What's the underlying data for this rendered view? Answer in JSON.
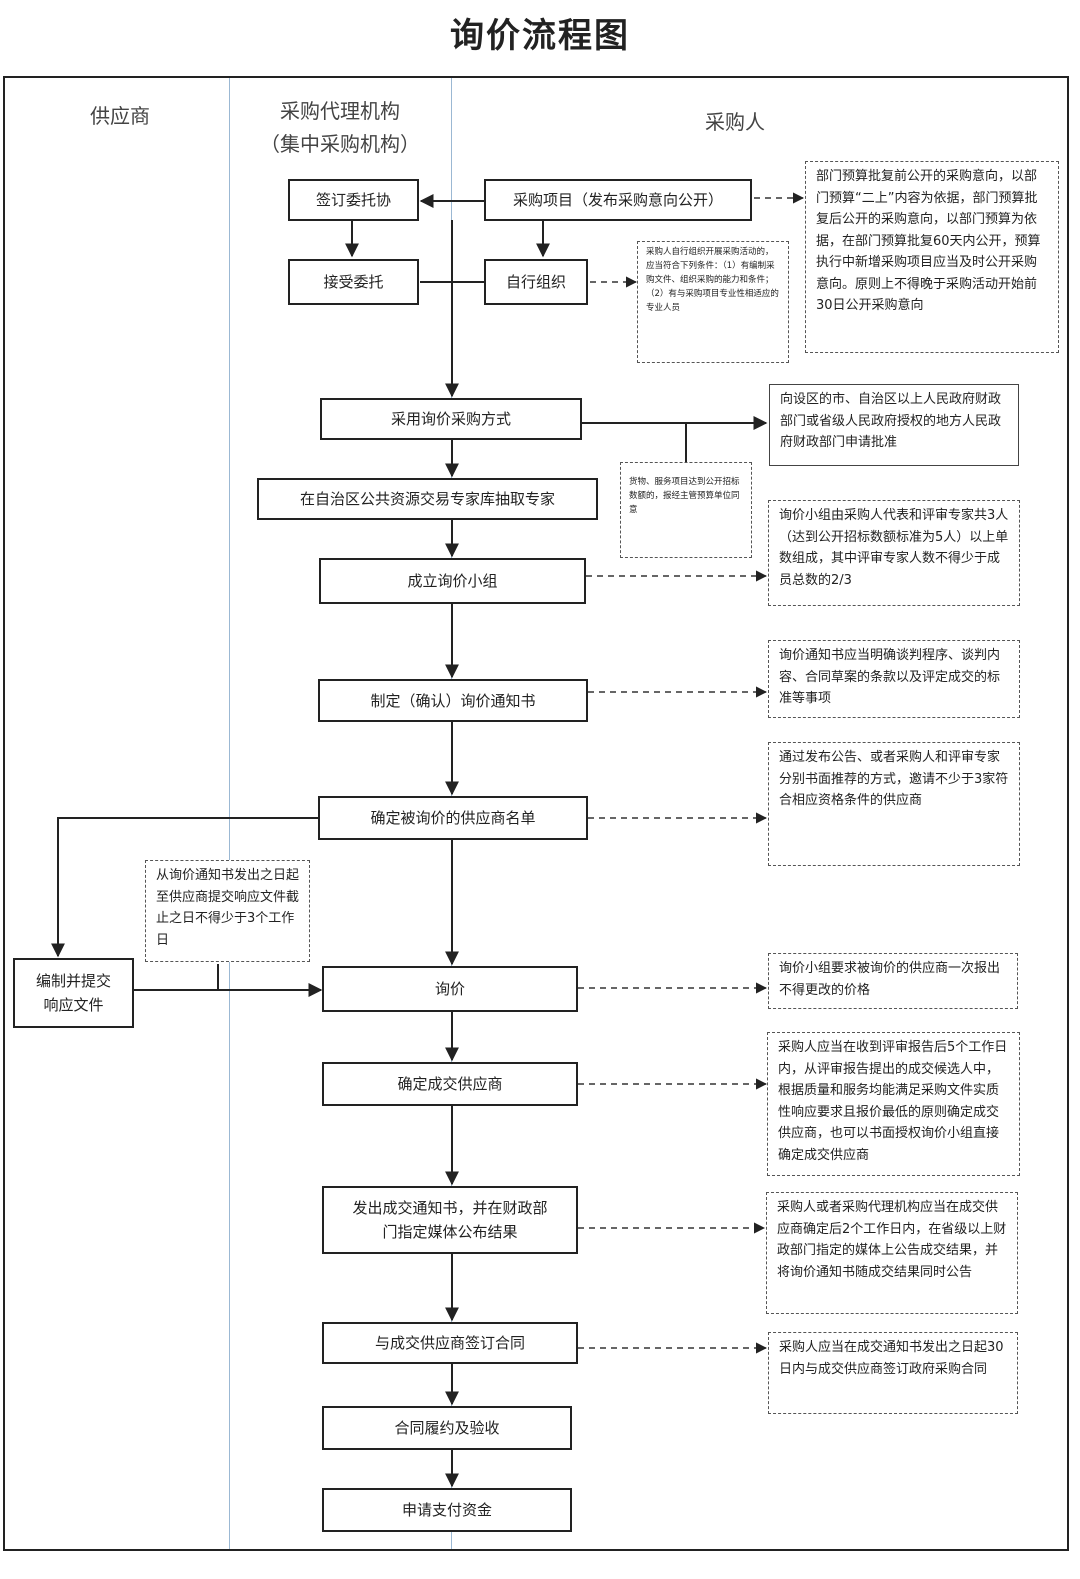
{
  "title": "询价流程图",
  "lanes": {
    "supplier": "供应商",
    "agency_line1": "采购代理机构",
    "agency_line2": "（集中采购机构）",
    "purchaser": "采购人"
  },
  "steps": {
    "sign_entrust": "签订委托协",
    "procurement_project": "采购项目（发布采购意向公开）",
    "accept_entrust": "接受委托",
    "self_organize": "自行组织",
    "adopt_inquiry": "采用询价采购方式",
    "draw_experts": "在自治区公共资源交易专家库抽取专家",
    "form_group": "成立询价小组",
    "make_notice": "制定（确认）询价通知书",
    "confirm_suppliers": "确定被询价的供应商名单",
    "prepare_response_line1": "编制并提交",
    "prepare_response_line2": "响应文件",
    "inquiry": "询价",
    "confirm_winner": "确定成交供应商",
    "issue_notice_line1": "发出成交通知书，并在财政部",
    "issue_notice_line2": "门指定媒体公布结果",
    "sign_contract": "与成交供应商签订合同",
    "perform_accept": "合同履约及验收",
    "apply_payment": "申请支付资金"
  },
  "notes": {
    "intention": "部门预算批复前公开的采购意向，以部门预算“二上”内容为依据，部门预算批复后公开的采购意向，以部门预算为依据，在部门预算批复60天内公开，预算执行中新增采购项目应当及时公开采购意向。原则上不得晚于采购活动开始前30日公开采购意向",
    "self_org": "采购人自行组织开展采购活动的，应当符合下列条件：（1）有编制采购文件、组织采购的能力和条件；（2）有与采购项目专业性相适应的专业人员",
    "approval": "向设区的市、自治区以上人民政府财政部门或省级人民政府授权的地方人民政府财政部门申请批准",
    "goods_service": "货物、服务项目达到公开招标数额的，报经主管预算单位同意",
    "group": "询价小组由采购人代表和评审专家共3人（达到公开招标数额标准为5人）以上单数组成，其中评审专家人数不得少于成员总数的2/3",
    "notice_content": "询价通知书应当明确谈判程序、谈判内容、合同草案的条款以及评定成交的标准等事项",
    "invite": "通过发布公告、或者采购人和评审专家分别书面推荐的方式，邀请不少于3家符合相应资格条件的供应商",
    "deadline": "从询价通知书发出之日起至供应商提交响应文件截止之日不得少于3个工作日",
    "one_price": "询价小组要求被询价的供应商一次报出不得更改的价格",
    "five_days": "采购人应当在收到评审报告后5个工作日内，从评审报告提出的成交候选人中，根据质量和服务均能满足采购文件实质性响应要求且报价最低的原则确定成交供应商，也可以书面授权询价小组直接确定成交供应商",
    "two_days": "采购人或者采购代理机构应当在成交供应商确定后2个工作日内，在省级以上财政部门指定的媒体上公告成交结果，并将询价通知书随成交结果同时公告",
    "thirty_days": "采购人应当在成交通知书发出之日起30日内与成交供应商签订政府采购合同"
  }
}
